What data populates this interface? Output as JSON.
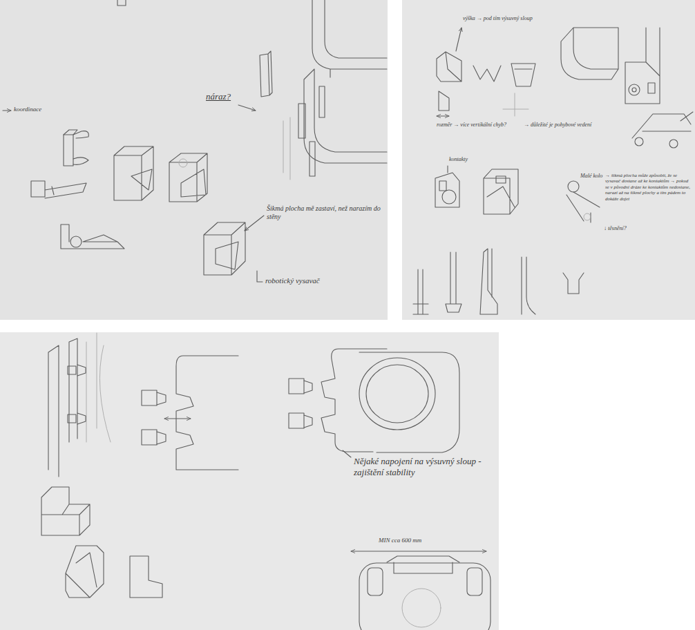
{
  "diagram": {
    "labels": [
      "koordinace",
      "náraz?",
      "Šikmá plocha mě zastaví, než narazím do stěny",
      "robotický vysavač",
      "výška → pod tím výsuvný sloup",
      "rozměr → více vertikální chyb?",
      "→ důležité je pohybové vedení",
      "kontakty",
      "Malé kolo",
      "→ šikmá plocha může způsobit, že se vysavač dostane až ke kontaktům → pokud se v původní dráze ke kontaktům nedostane, narazí až na šikmé plochy a tím pádem to dokáže dojet",
      "↓ těsnění?",
      "Nějaké napojení na výsuvný sloup - zajištění stability",
      "MIN cca 600 mm"
    ]
  }
}
